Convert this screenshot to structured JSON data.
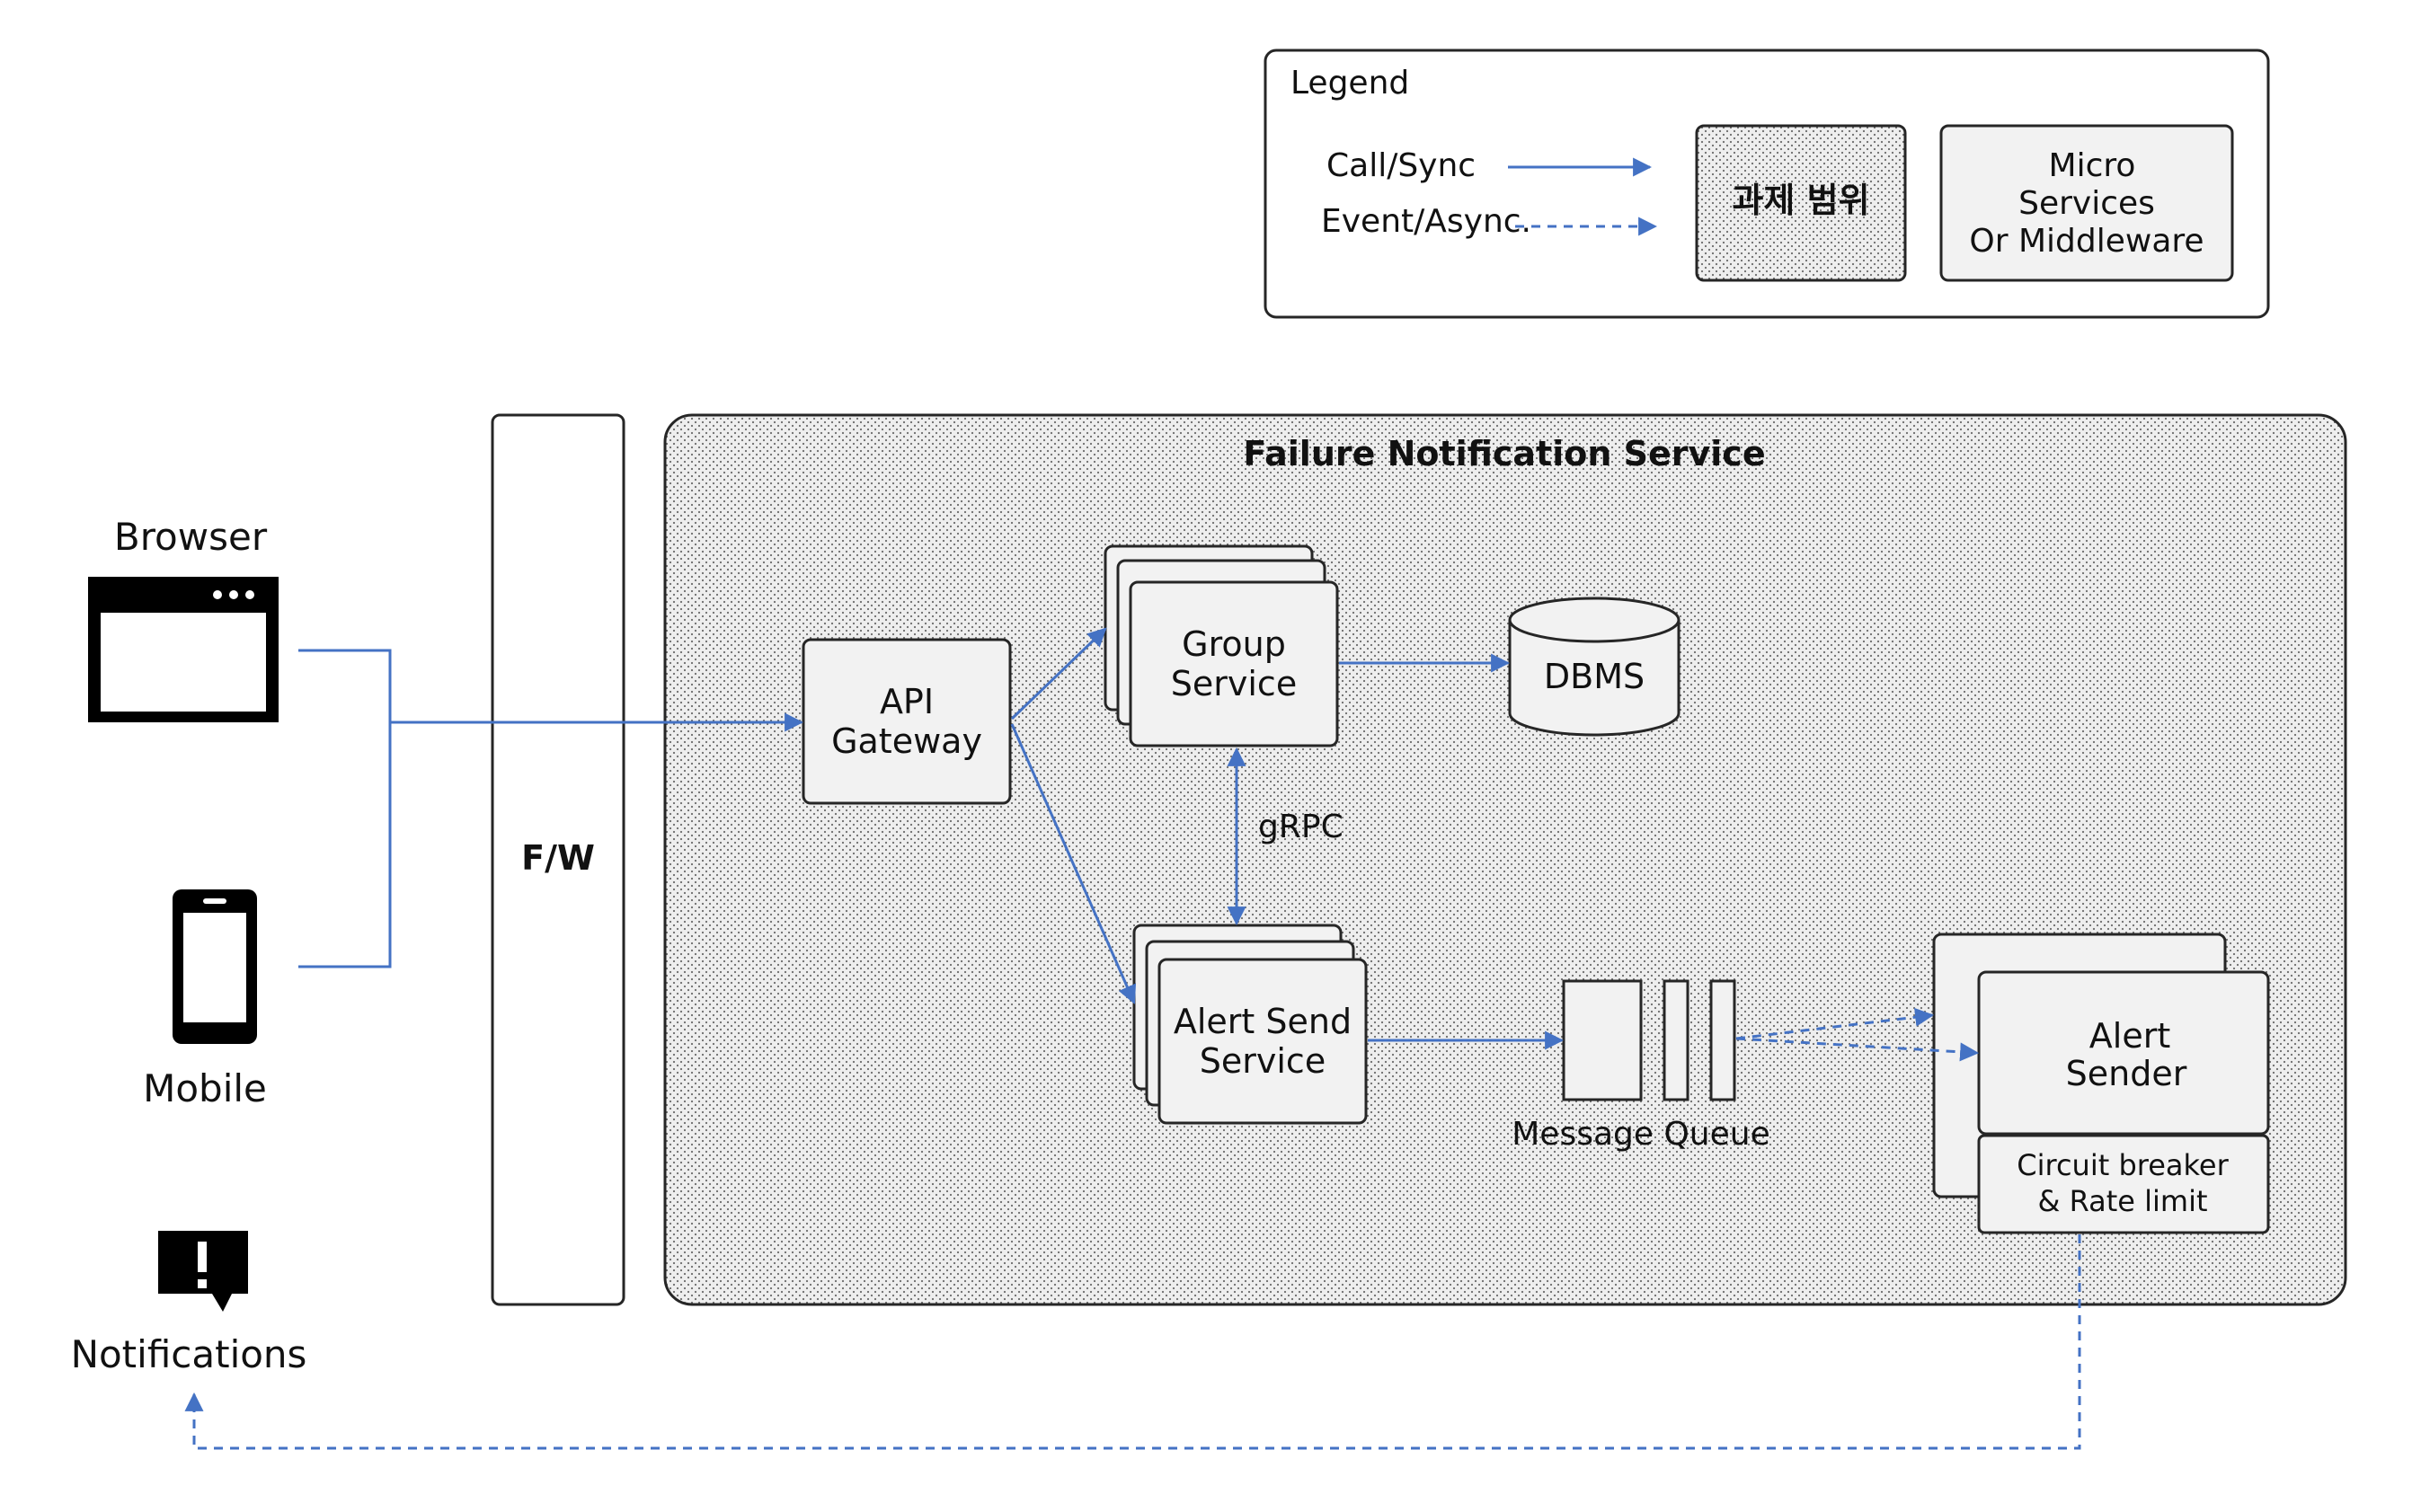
{
  "colors": {
    "arrow": "#4472c4",
    "box_fill": "#f2f2f2",
    "dot_fill": "#e6e6e6",
    "dot": "#5a5a5a",
    "border": "#262626",
    "icon": "#000000"
  },
  "legend": {
    "title": "Legend",
    "call_sync": "Call/Sync",
    "event_async": "Event/Async.",
    "scope_label": "과제 범위",
    "micro_line1": "Micro",
    "micro_line2": "Services",
    "micro_line3": "Or Middleware"
  },
  "clients": {
    "browser": "Browser",
    "mobile": "Mobile",
    "notifications": "Notifications"
  },
  "firewall": {
    "label": "F/W"
  },
  "service": {
    "title": "Failure Notification Service",
    "api_line1": "API",
    "api_line2": "Gateway",
    "group_line1": "Group",
    "group_line2": "Service",
    "dbms": "DBMS",
    "grpc": "gRPC",
    "alert_send_line1": "Alert Send",
    "alert_send_line2": "Service",
    "mq": "Message Queue",
    "alert_sender_line1": "Alert",
    "alert_sender_line2": "Sender",
    "cb_line1": "Circuit breaker",
    "cb_line2": "& Rate limit"
  },
  "icons": {
    "browser": "browser-window-icon",
    "mobile": "smartphone-icon",
    "notifications": "alert-bubble-icon"
  }
}
